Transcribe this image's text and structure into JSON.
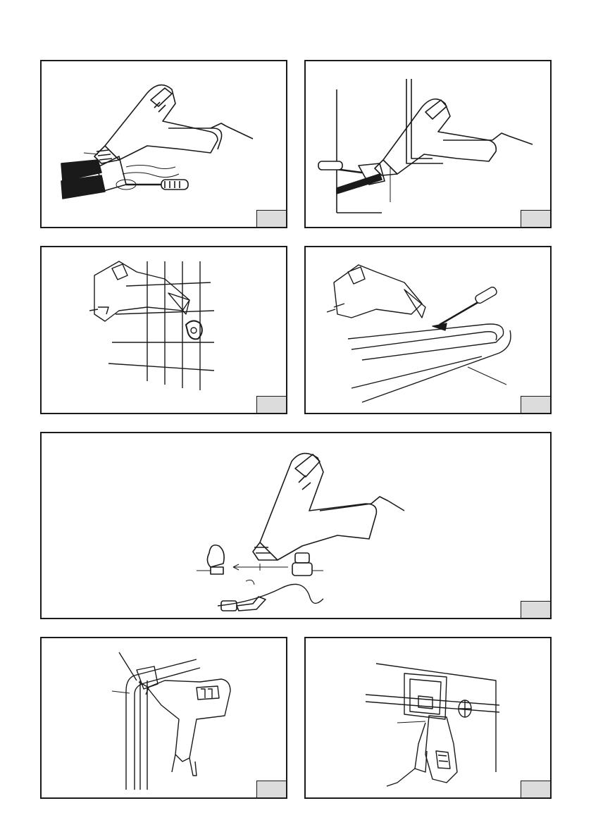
{
  "page": {
    "figures": [
      {
        "id": "fig-stripping-paint",
        "label": ""
      },
      {
        "id": "fig-window-frame",
        "label": ""
      },
      {
        "id": "fig-window-pane",
        "label": ""
      },
      {
        "id": "fig-ski-wax",
        "label": ""
      },
      {
        "id": "fig-nozzle-attachments",
        "label": ""
      },
      {
        "id": "fig-pipe-bending",
        "label": ""
      },
      {
        "id": "fig-pipe-thawing",
        "label": ""
      }
    ],
    "colors": {
      "line": "#1a1a1a",
      "label_box": "#dcdcdc",
      "background": "#ffffff"
    },
    "icons": [
      "heat-gun-icon",
      "scraper-icon",
      "screwdriver-icon",
      "pipe-icon",
      "nozzle-icon"
    ]
  }
}
